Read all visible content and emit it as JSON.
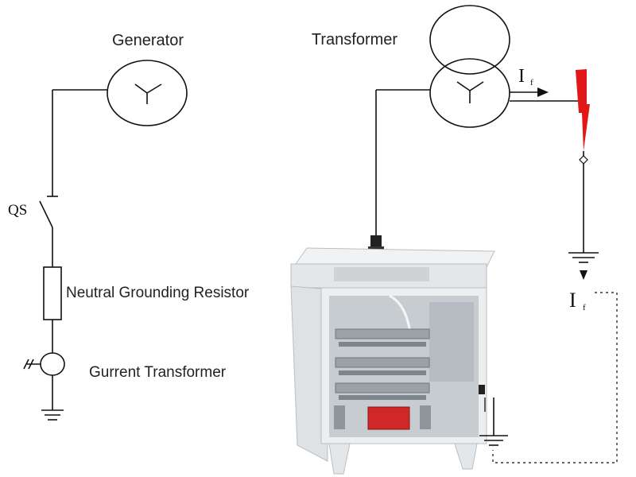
{
  "labels": {
    "generator": "Generator",
    "transformer": "Transformer",
    "switch": "QS",
    "resistor": "Neutral Grounding Resistor",
    "current_transformer": "Gurrent Transformer",
    "fault_current_top": "I",
    "fault_current_top_sub": "f",
    "fault_current_bottom": "I",
    "fault_current_bottom_sub": "f"
  },
  "colors": {
    "lightning": "#e01818",
    "cabinet": "#e9ecee",
    "resistor_unit": "#d02828",
    "wire": "#111111"
  }
}
